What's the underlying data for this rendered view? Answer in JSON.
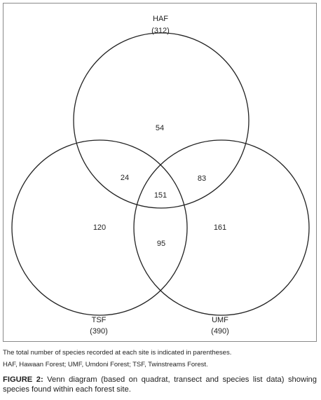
{
  "diagram": {
    "sets": [
      {
        "id": "haf",
        "name": "HAF",
        "total": "(312)"
      },
      {
        "id": "tsf",
        "name": "TSF",
        "total": "(390)"
      },
      {
        "id": "umf",
        "name": "UMF",
        "total": "(490)"
      }
    ],
    "regions": {
      "haf_only": "54",
      "haf_tsf": "24",
      "haf_umf": "83",
      "all_three": "151",
      "tsf_only": "120",
      "umf_only": "161",
      "tsf_umf": "95"
    }
  },
  "notes": {
    "line1": "The total number of species recorded at each site is indicated in parentheses.",
    "line2": "HAF, Hawaan Forest; UMF, Umdoni Forest; TSF, Twinstreams Forest."
  },
  "caption": {
    "label": "FIGURE 2:",
    "text": " Venn diagram (based on quadrat, transect and species list data) showing species found within each forest site."
  }
}
